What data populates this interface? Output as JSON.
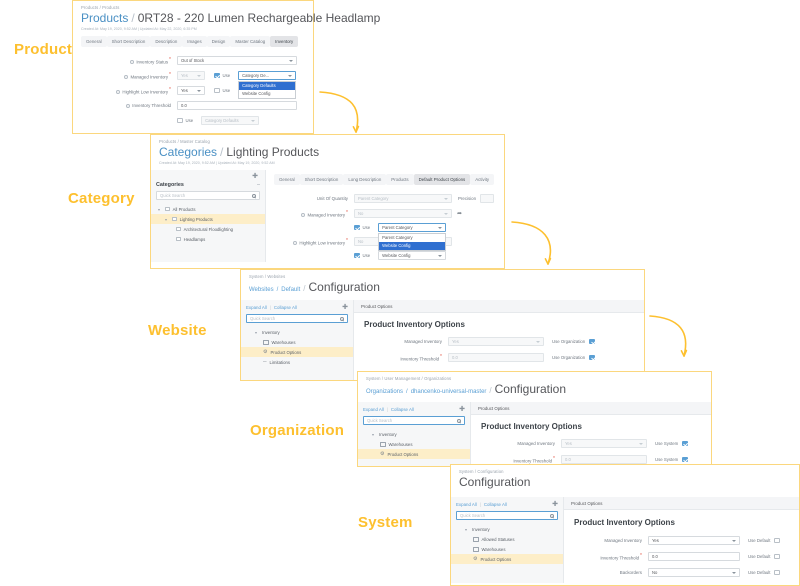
{
  "diagram": {
    "stages": [
      {
        "name": "product",
        "label": "Product"
      },
      {
        "name": "category",
        "label": "Category"
      },
      {
        "name": "website",
        "label": "Website"
      },
      {
        "name": "organization",
        "label": "Organization"
      },
      {
        "name": "system",
        "label": "System"
      }
    ],
    "accent_color": "#FDC02F",
    "panel_border_color": "#FBD77E"
  },
  "product_panel": {
    "breadcrumb": "Products / Products",
    "title_link": "Products",
    "title_sep": "/",
    "title_text": "0RT28 - 220 Lumen Rechargeable Headlamp",
    "meta": "Created At: May 19, 2020, 9:52 AM | Updated At: May 22, 2020, 6:35 PM",
    "tabs": [
      {
        "label": "General",
        "active": false
      },
      {
        "label": "Short Description",
        "active": false
      },
      {
        "label": "Description",
        "active": false
      },
      {
        "label": "Images",
        "active": false
      },
      {
        "label": "Design",
        "active": false
      },
      {
        "label": "Master Catalog",
        "active": false
      },
      {
        "label": "Inventory",
        "active": true
      }
    ],
    "fields": {
      "inventory_status": {
        "label": "Inventory Status",
        "value": "Out of Stock",
        "required": true
      },
      "managed_inventory": {
        "label": "Managed Inventory",
        "value": "Yes",
        "required": true,
        "use_label": "Use",
        "use_checked": true,
        "scope_value": "Category De..."
      },
      "highlight_low_inventory": {
        "label": "Highlight Low Inventory",
        "value": "Yes",
        "required": true,
        "use_label": "Use",
        "use_checked": false
      },
      "inventory_threshold": {
        "label": "Inventory Threshold",
        "value": "0.0",
        "required": false,
        "use_label": "Use",
        "use_checked": false,
        "scope_value": "Category Defaults"
      }
    },
    "dropdown_options": [
      {
        "label": "Category Defaults",
        "selected": true
      },
      {
        "label": "Website Config",
        "selected": false
      }
    ]
  },
  "category_panel": {
    "breadcrumb": "Products / Master Catalog",
    "title_link": "Categories",
    "title_sep": "/",
    "title_text": "Lighting Products",
    "meta": "Created At: May 19, 2020, 9:52 AM | Updated At: May 19, 2020, 9:52 AM",
    "sidebar": {
      "heading": "Categories",
      "collapse_glyph": "–",
      "add_glyph": "✚",
      "search_placeholder": "Quick Search",
      "tree": [
        {
          "label": "All Products",
          "depth": 0,
          "expanded": true,
          "checkbox": true,
          "highlight": false
        },
        {
          "label": "Lighting Products",
          "depth": 1,
          "expanded": true,
          "checkbox": true,
          "highlight": true
        },
        {
          "label": "Architectural Floodlighting",
          "depth": 2,
          "expanded": false,
          "checkbox": true,
          "highlight": false
        },
        {
          "label": "Headlamps",
          "depth": 2,
          "expanded": false,
          "checkbox": true,
          "highlight": false
        }
      ]
    },
    "tabs": [
      {
        "label": "General",
        "active": false
      },
      {
        "label": "Short Description",
        "active": false
      },
      {
        "label": "Long Description",
        "active": false
      },
      {
        "label": "Products",
        "active": false
      },
      {
        "label": "Default Product Options",
        "active": true
      },
      {
        "label": "Activity",
        "active": false
      }
    ],
    "fields": {
      "unit_of_quantity": {
        "label": "Unit Of Quantity",
        "value": "Parent Category",
        "required": false
      },
      "precision": {
        "label": "Precision",
        "value": ""
      },
      "managed_inventory": {
        "label": "Managed Inventory",
        "value": "No",
        "required": true
      },
      "managed_use": {
        "use_label": "Use",
        "use_checked": true,
        "scope_value": "Parent Category"
      },
      "highlight_low_inventory": {
        "label": "Highlight Low Inventory",
        "value": "No",
        "required": true
      },
      "highlight_use": {
        "use_label": "Use",
        "use_checked": true,
        "scope_value": "Website Config"
      }
    },
    "dropdown_options": [
      {
        "label": "Parent Category",
        "selected": false
      },
      {
        "label": "Website Config",
        "selected": true
      }
    ]
  },
  "website_panel": {
    "breadcrumb": "System / Websites",
    "title_crumb_1": "Websites",
    "title_crumb_2": "Default",
    "title_text": "Configuration",
    "sidebar": {
      "expand_all": "Expand All",
      "collapse_all": "Collapse All",
      "separator": "|",
      "add_glyph": "✚",
      "search_placeholder": "Quick Search",
      "tree": [
        {
          "label": "Inventory",
          "depth": 0,
          "icon": "chevron-down-icon",
          "highlight": false
        },
        {
          "label": "Warehouses",
          "depth": 1,
          "icon": "box-icon",
          "highlight": false
        },
        {
          "label": "Product Options",
          "depth": 1,
          "icon": "gear-icon",
          "highlight": true
        },
        {
          "label": "Limitations",
          "depth": 1,
          "icon": "dash-icon",
          "highlight": false
        }
      ]
    },
    "section_bar": "Product Options",
    "section_heading": "Product Inventory Options",
    "fields": [
      {
        "label": "Managed Inventory",
        "value": "Yes",
        "required": false,
        "use_label": "Use Organization",
        "use_checked": true
      },
      {
        "label": "Inventory Threshold",
        "value": "0.0",
        "required": true,
        "use_label": "Use Organization",
        "use_checked": true
      }
    ]
  },
  "organization_panel": {
    "breadcrumb": "System / User Management / Organizations",
    "title_crumb_1": "Organizations",
    "title_crumb_2": "dhancenko-universal-master",
    "title_text": "Configuration",
    "sidebar": {
      "expand_all": "Expand All",
      "collapse_all": "Collapse All",
      "separator": "|",
      "add_glyph": "✚",
      "search_placeholder": "Quick Search",
      "tree": [
        {
          "label": "Inventory",
          "depth": 0,
          "icon": "chevron-down-icon",
          "highlight": false
        },
        {
          "label": "Warehouses",
          "depth": 1,
          "icon": "box-icon",
          "highlight": false
        },
        {
          "label": "Product Options",
          "depth": 1,
          "icon": "gear-icon",
          "highlight": true
        }
      ]
    },
    "section_bar": "Product Options",
    "section_heading": "Product Inventory Options",
    "fields": [
      {
        "label": "Managed Inventory",
        "value": "Yes",
        "required": false,
        "use_label": "Use System",
        "use_checked": true
      },
      {
        "label": "Inventory Threshold",
        "value": "0.0",
        "required": true,
        "use_label": "Use System",
        "use_checked": true
      }
    ]
  },
  "system_panel": {
    "breadcrumb": "System / Configuration",
    "title_text": "Configuration",
    "sidebar": {
      "expand_all": "Expand All",
      "collapse_all": "Collapse All",
      "separator": "|",
      "add_glyph": "✚",
      "search_placeholder": "Quick Search",
      "tree": [
        {
          "label": "Inventory",
          "depth": 0,
          "icon": "chevron-down-icon",
          "highlight": false
        },
        {
          "label": "Allowed Statuses",
          "depth": 1,
          "icon": "list-icon",
          "highlight": false
        },
        {
          "label": "Warehouses",
          "depth": 1,
          "icon": "box-icon",
          "highlight": false
        },
        {
          "label": "Product Options",
          "depth": 1,
          "icon": "gear-icon",
          "highlight": true
        }
      ]
    },
    "section_bar": "Product Options",
    "section_heading": "Product Inventory Options",
    "fields": [
      {
        "label": "Managed Inventory",
        "value": "Yes",
        "required": false,
        "use_label": "Use Default",
        "use_checked": false
      },
      {
        "label": "Inventory Threshold",
        "value": "0.0",
        "required": true,
        "use_label": "Use Default",
        "use_checked": false
      },
      {
        "label": "Backorders",
        "value": "No",
        "required": false,
        "use_label": "Use Default",
        "use_checked": false
      }
    ]
  }
}
